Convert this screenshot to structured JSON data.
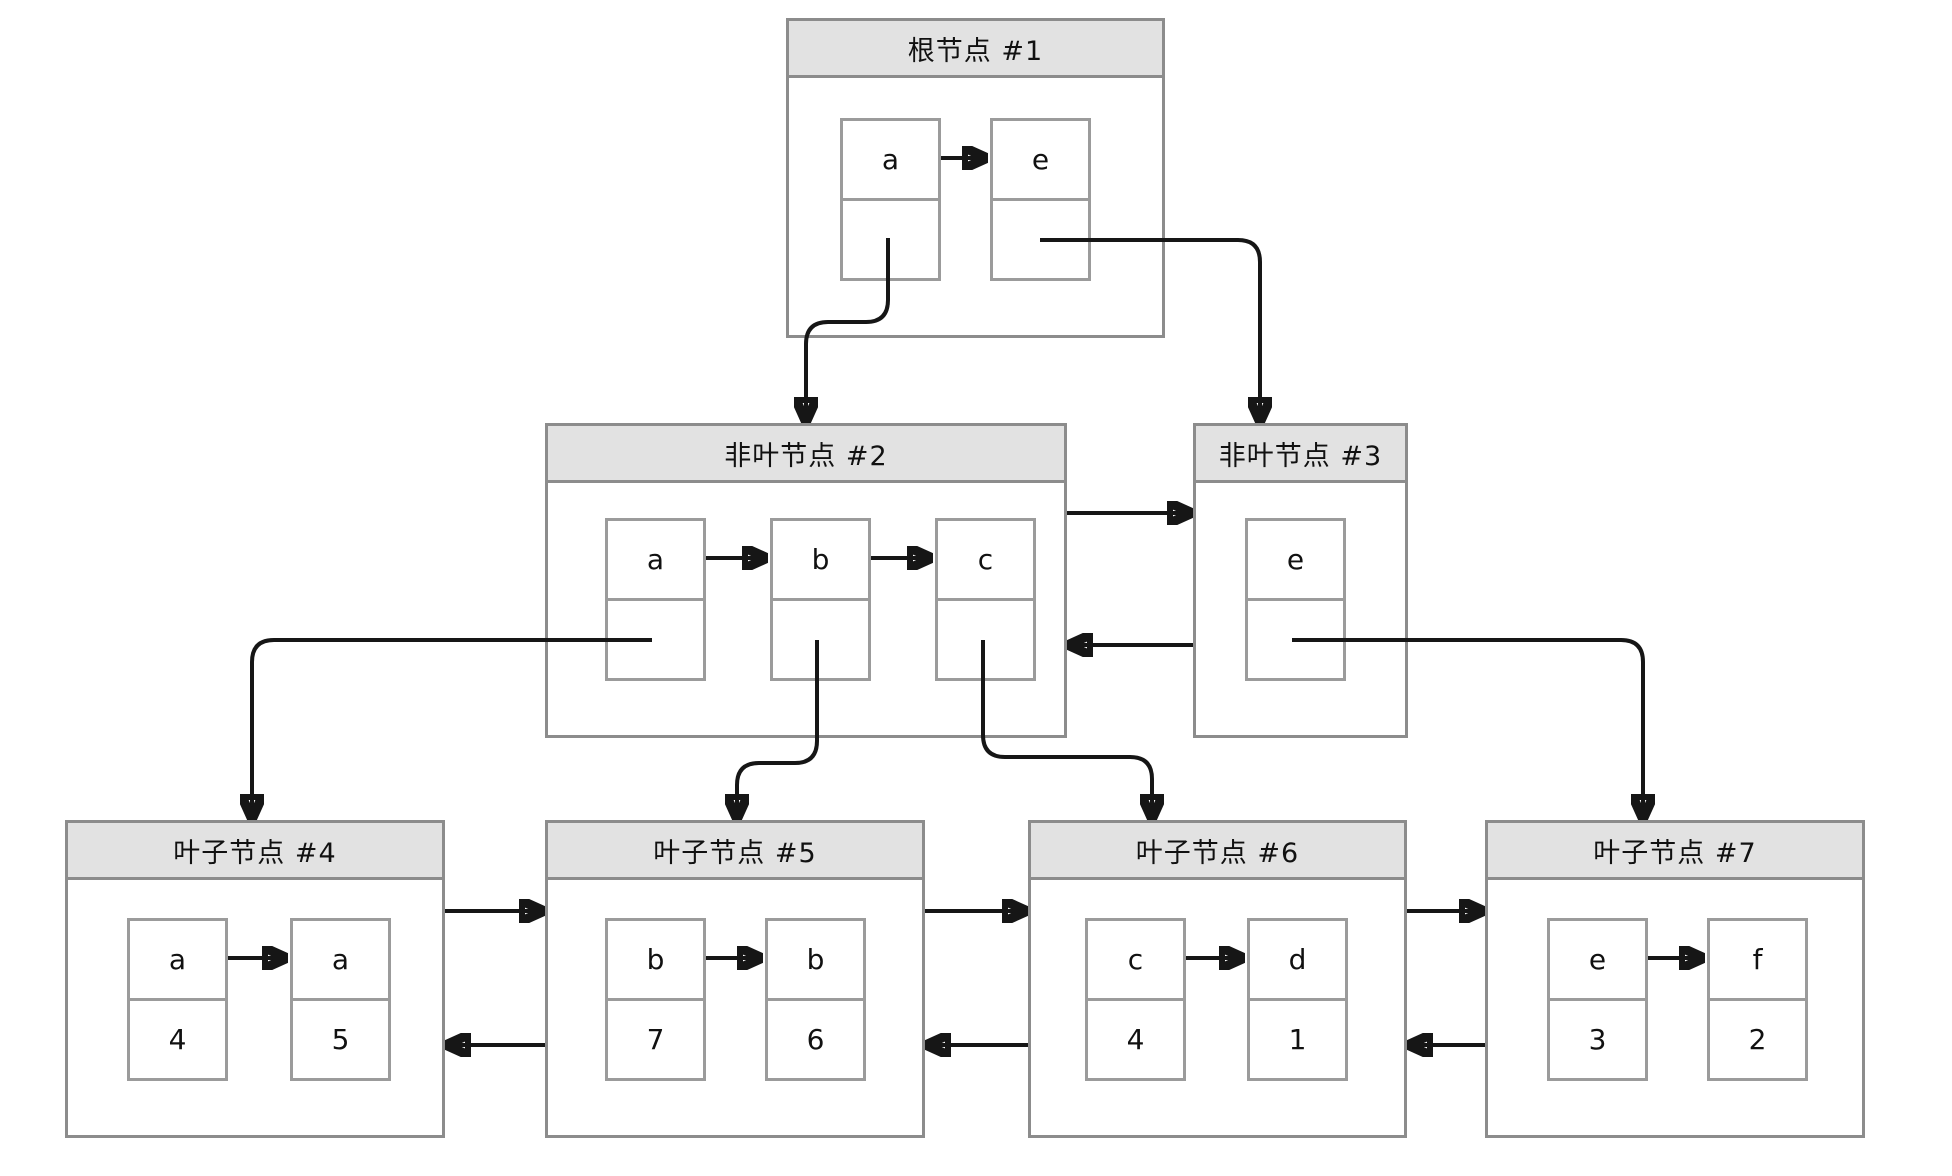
{
  "diagram": {
    "type": "b+tree",
    "background": "#ffffff",
    "colors": {
      "node_border": "#8c8c8c",
      "cell_border": "#9b9b9b",
      "title_background": "#e2e2e2",
      "connector": "#161616",
      "text": "#111111"
    },
    "nodes": [
      {
        "id": "root-1",
        "title": "根节点 #1",
        "cells": [
          {
            "key": "a",
            "value": ""
          },
          {
            "key": "e",
            "value": ""
          }
        ]
      },
      {
        "id": "internal-2",
        "title": "非叶节点 #2",
        "cells": [
          {
            "key": "a",
            "value": ""
          },
          {
            "key": "b",
            "value": ""
          },
          {
            "key": "c",
            "value": ""
          }
        ]
      },
      {
        "id": "internal-3",
        "title": "非叶节点 #3",
        "cells": [
          {
            "key": "e",
            "value": ""
          }
        ]
      },
      {
        "id": "leaf-4",
        "title": "叶子节点 #4",
        "cells": [
          {
            "key": "a",
            "value": "4"
          },
          {
            "key": "a",
            "value": "5"
          }
        ]
      },
      {
        "id": "leaf-5",
        "title": "叶子节点 #5",
        "cells": [
          {
            "key": "b",
            "value": "7"
          },
          {
            "key": "b",
            "value": "6"
          }
        ]
      },
      {
        "id": "leaf-6",
        "title": "叶子节点 #6",
        "cells": [
          {
            "key": "c",
            "value": "4"
          },
          {
            "key": "d",
            "value": "1"
          }
        ]
      },
      {
        "id": "leaf-7",
        "title": "叶子节点 #7",
        "cells": [
          {
            "key": "e",
            "value": "3"
          },
          {
            "key": "f",
            "value": "2"
          }
        ]
      }
    ],
    "edges": [
      {
        "from": "root-1.a",
        "to": "internal-2",
        "kind": "child-pointer"
      },
      {
        "from": "root-1.e",
        "to": "internal-3",
        "kind": "child-pointer"
      },
      {
        "from": "internal-2.a",
        "to": "leaf-4",
        "kind": "child-pointer"
      },
      {
        "from": "internal-2.b",
        "to": "leaf-5",
        "kind": "child-pointer"
      },
      {
        "from": "internal-2.c",
        "to": "leaf-6",
        "kind": "child-pointer"
      },
      {
        "from": "internal-3.e",
        "to": "leaf-7",
        "kind": "child-pointer"
      },
      {
        "from": "internal-2",
        "to": "internal-3",
        "kind": "next-sibling"
      },
      {
        "from": "internal-3",
        "to": "internal-2",
        "kind": "prev-sibling"
      },
      {
        "from": "leaf-4",
        "to": "leaf-5",
        "kind": "next-sibling"
      },
      {
        "from": "leaf-5",
        "to": "leaf-4",
        "kind": "prev-sibling"
      },
      {
        "from": "leaf-5",
        "to": "leaf-6",
        "kind": "next-sibling"
      },
      {
        "from": "leaf-6",
        "to": "leaf-5",
        "kind": "prev-sibling"
      },
      {
        "from": "leaf-6",
        "to": "leaf-7",
        "kind": "next-sibling"
      },
      {
        "from": "leaf-7",
        "to": "leaf-6",
        "kind": "prev-sibling"
      },
      {
        "from": "root-1.a",
        "to": "root-1.e",
        "kind": "cell-link"
      },
      {
        "from": "internal-2.a",
        "to": "internal-2.b",
        "kind": "cell-link"
      },
      {
        "from": "internal-2.b",
        "to": "internal-2.c",
        "kind": "cell-link"
      },
      {
        "from": "leaf-4.cell0",
        "to": "leaf-4.cell1",
        "kind": "cell-link"
      },
      {
        "from": "leaf-5.cell0",
        "to": "leaf-5.cell1",
        "kind": "cell-link"
      },
      {
        "from": "leaf-6.cell0",
        "to": "leaf-6.cell1",
        "kind": "cell-link"
      },
      {
        "from": "leaf-7.cell0",
        "to": "leaf-7.cell1",
        "kind": "cell-link"
      }
    ]
  }
}
